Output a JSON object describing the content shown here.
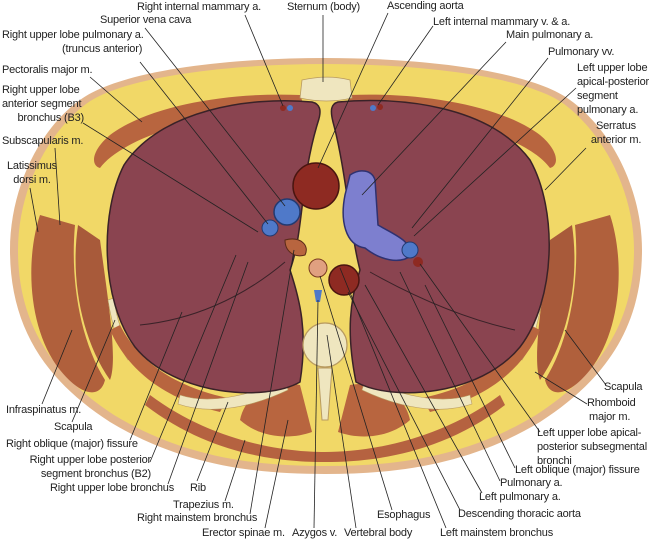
{
  "labels": {
    "right_internal_mammary": "Right internal mammary a.",
    "sternum": "Sternum (body)",
    "ascending_aorta": "Ascending aorta",
    "svc": "Superior vena cava",
    "left_internal_mammary": "Left internal mammary v. & a.",
    "rul_pulm_a_1": "Right upper lobe pulmonary a.",
    "rul_pulm_a_2": "(truncus anterior)",
    "main_pulm_a": "Main pulmonary a.",
    "pulm_vv": "Pulmonary vv.",
    "pectoralis": "Pectoralis major m.",
    "rul_b3_1": "Right upper lobe",
    "rul_b3_2": "anterior segment",
    "rul_b3_3": "bronchus (B3)",
    "lul_pa_1": "Left upper lobe",
    "lul_pa_2": "apical-posterior",
    "lul_pa_3": "segment",
    "lul_pa_4": "pulmonary a.",
    "serratus_1": "Serratus",
    "serratus_2": "anterior m.",
    "subscapularis": "Subscapularis m.",
    "latissimus_1": "Latissimus",
    "latissimus_2": "dorsi m.",
    "scapula_right_side": "Scapula",
    "rhomboid_1": "Rhomboid",
    "rhomboid_2": "major m.",
    "infraspinatus": "Infraspinatus m.",
    "scapula_left_side": "Scapula",
    "lul_bronchi_1": "Left upper lobe apical-",
    "lul_bronchi_2": "posterior subsegmental",
    "lul_bronchi_3": "bronchi",
    "right_oblique": "Right oblique (major) fissure",
    "rul_b2_1": "Right upper lobe posterior",
    "rul_b2_2": "segment bronchus (B2)",
    "left_oblique": "Left oblique (major) fissure",
    "pulm_a": "Pulmonary a.",
    "rul_bronchus": "Right upper lobe bronchus",
    "rib": "Rib",
    "left_pulm_a": "Left pulmonary a.",
    "trapezius": "Trapezius m.",
    "desc_aorta": "Descending thoracic aorta",
    "esophagus": "Esophagus",
    "right_mainstem": "Right mainstem bronchus",
    "erector": "Erector spinae m.",
    "azygos": "Azygos v.",
    "vertebral_body": "Vertebral body",
    "left_mainstem": "Left mainstem bronchus"
  },
  "colors": {
    "skin": "#e3b58c",
    "fat": "#f1d867",
    "muscle": "#b8653f",
    "lung": "#8a4450",
    "artery": "#8e2a22",
    "vein": "#4f79c9",
    "pulmonary_trunk": "#7d7fcf",
    "bone": "#efe6bf"
  }
}
